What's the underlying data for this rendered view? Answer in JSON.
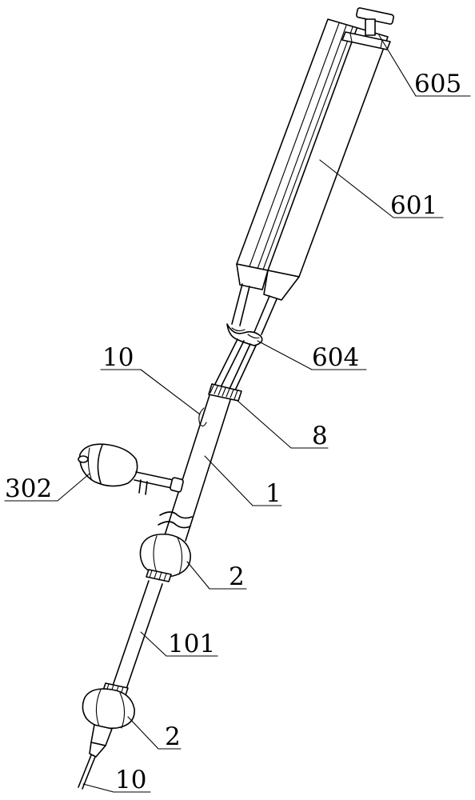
{
  "labels": {
    "l605": "605",
    "l601": "601",
    "l604": "604",
    "l10_top": "10",
    "l8": "8",
    "l302": "302",
    "l1": "1",
    "l2_upper": "2",
    "l101": "101",
    "l2_lower": "2",
    "l10_bottom": "10"
  }
}
